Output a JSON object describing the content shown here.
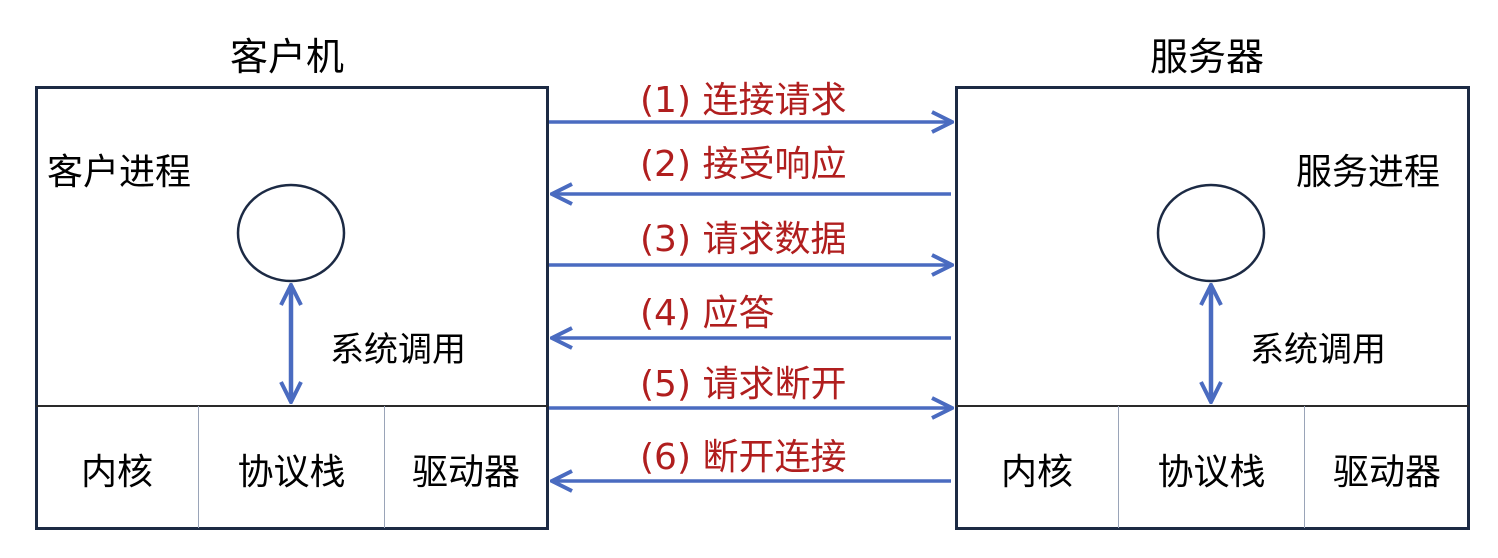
{
  "colors": {
    "arrow": "#4a6bc0",
    "message_text": "#b01e1e",
    "box_border": "#1c2a44"
  },
  "client": {
    "title": "客户机",
    "process_label": "客户进程",
    "syscall_label": "系统调用",
    "layers": [
      "内核",
      "协议栈",
      "驱动器"
    ]
  },
  "server": {
    "title": "服务器",
    "process_label": "服务进程",
    "syscall_label": "系统调用",
    "layers": [
      "内核",
      "协议栈",
      "驱动器"
    ]
  },
  "messages": [
    {
      "label": "(1) 连接请求",
      "direction": "client-to-server"
    },
    {
      "label": "(2) 接受响应",
      "direction": "server-to-client"
    },
    {
      "label": "(3) 请求数据",
      "direction": "client-to-server"
    },
    {
      "label": "(4) 应答",
      "direction": "server-to-client"
    },
    {
      "label": "(5) 请求断开",
      "direction": "client-to-server"
    },
    {
      "label": "(6) 断开连接",
      "direction": "server-to-client"
    }
  ]
}
